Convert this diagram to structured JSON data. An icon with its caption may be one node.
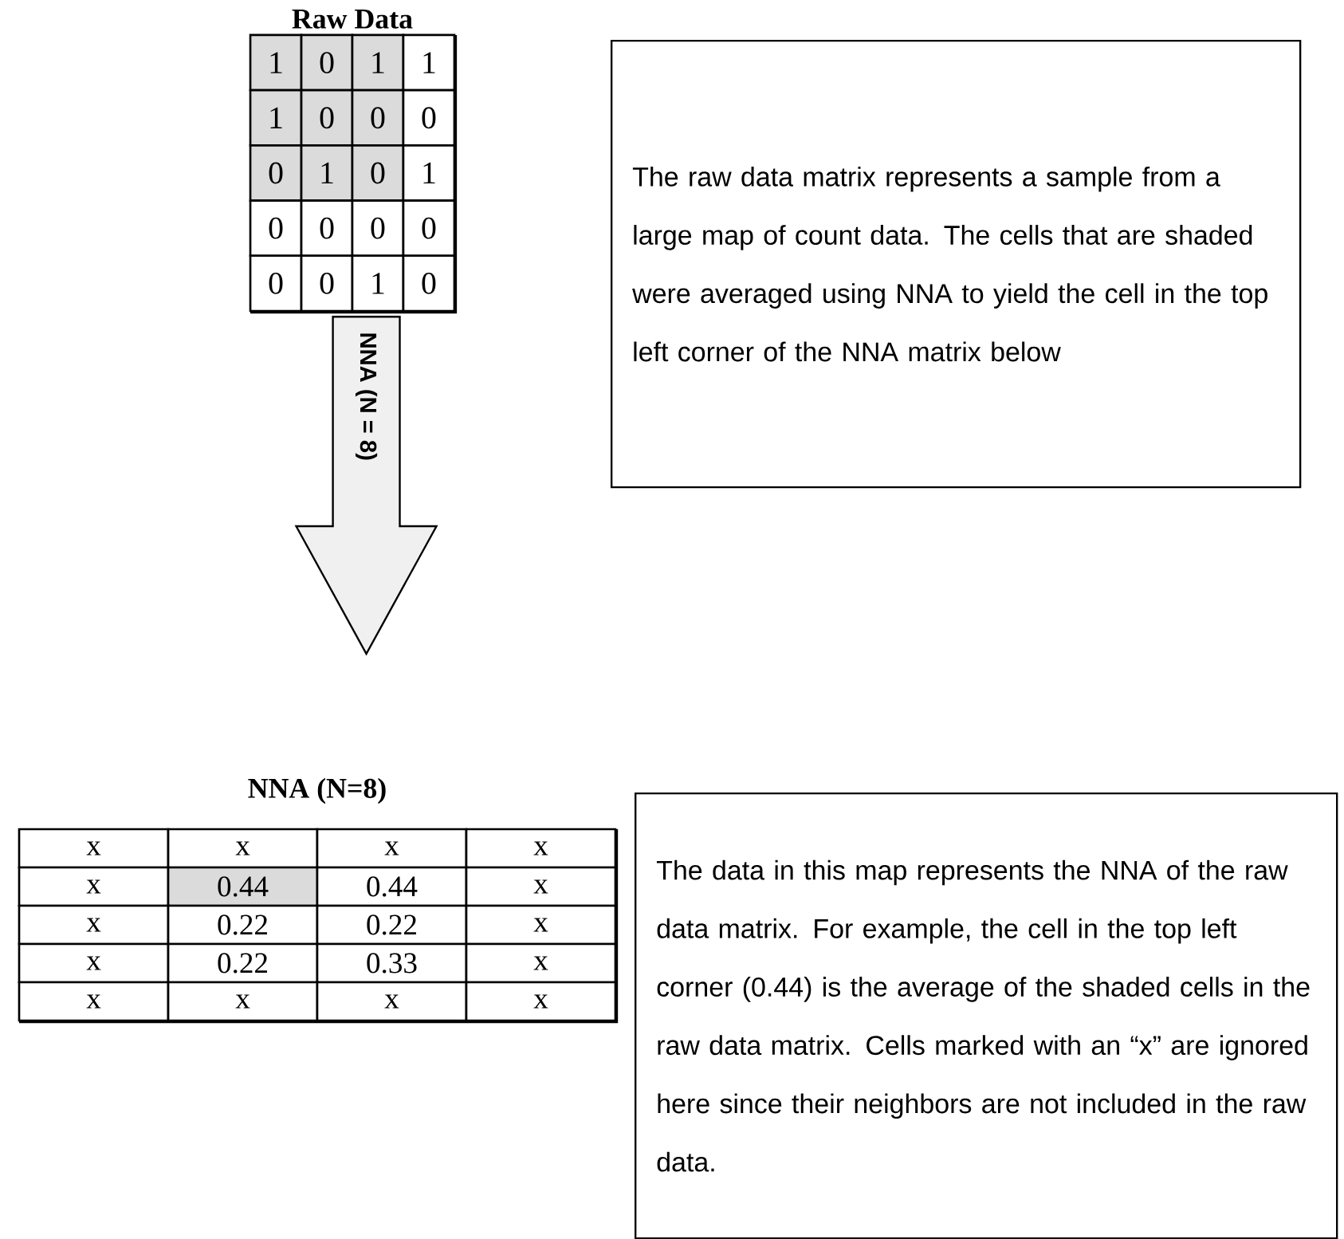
{
  "diagram": {
    "nodes": [
      {
        "text": [
          "Raw Data"
        ]
      },
      {
        "text": [
          "The raw data matrix represents a sample from a large map of count data.  The cells that are shaded were averaged using NNA to yield the cell in the top left corner of the NNA matrix below"
        ]
      },
      {
        "text": [
          "NNA (N=8)"
        ]
      },
      {
        "text": [
          "The data in this map represents the NNA of the raw data matrix. For example, the cell in the top left corner (0.44) is the average of the shaded cells in the raw data matrix.  Cells marked with an “x” are ignored here since their neighbors are not included in the raw data."
        ]
      }
    ],
    "edges": [
      {
        "from": 0,
        "to": 2,
        "arrow": "to",
        "label": "NNA (N = 8)"
      }
    ],
    "labels": [
      "1",
      "0",
      "1",
      "1",
      "1",
      "0",
      "0",
      "0",
      "0",
      "1",
      "0",
      "1",
      "0",
      "0",
      "0",
      "0",
      "0",
      "0",
      "1",
      "0",
      "x",
      "x",
      "x",
      "x",
      "x",
      "0.44",
      "0.44",
      "x",
      "x",
      "0.22",
      "0.22",
      "x",
      "x",
      "0.22",
      "0.33",
      "x",
      "x",
      "x",
      "x",
      "x"
    ]
  }
}
